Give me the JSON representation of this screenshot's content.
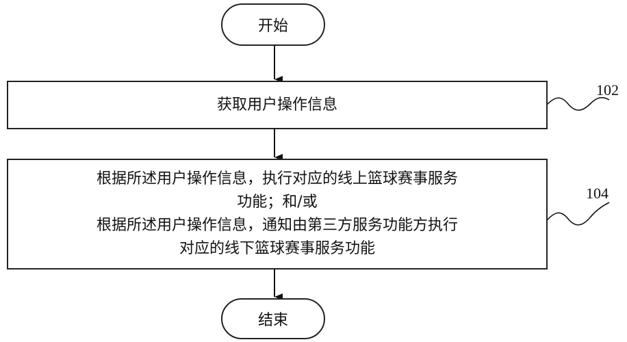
{
  "flowchart": {
    "start": "开始",
    "step_102": {
      "text": "获取用户操作信息",
      "ref": "102"
    },
    "step_104": {
      "line1": "根据所述用户操作信息，执行对应的线上篮球赛事服务",
      "line2": "功能；和/或",
      "line3": "根据所述用户操作信息，通知由第三方服务功能方执行",
      "line4": "对应的线下篮球赛事服务功能",
      "ref": "104"
    },
    "end": "结束"
  }
}
